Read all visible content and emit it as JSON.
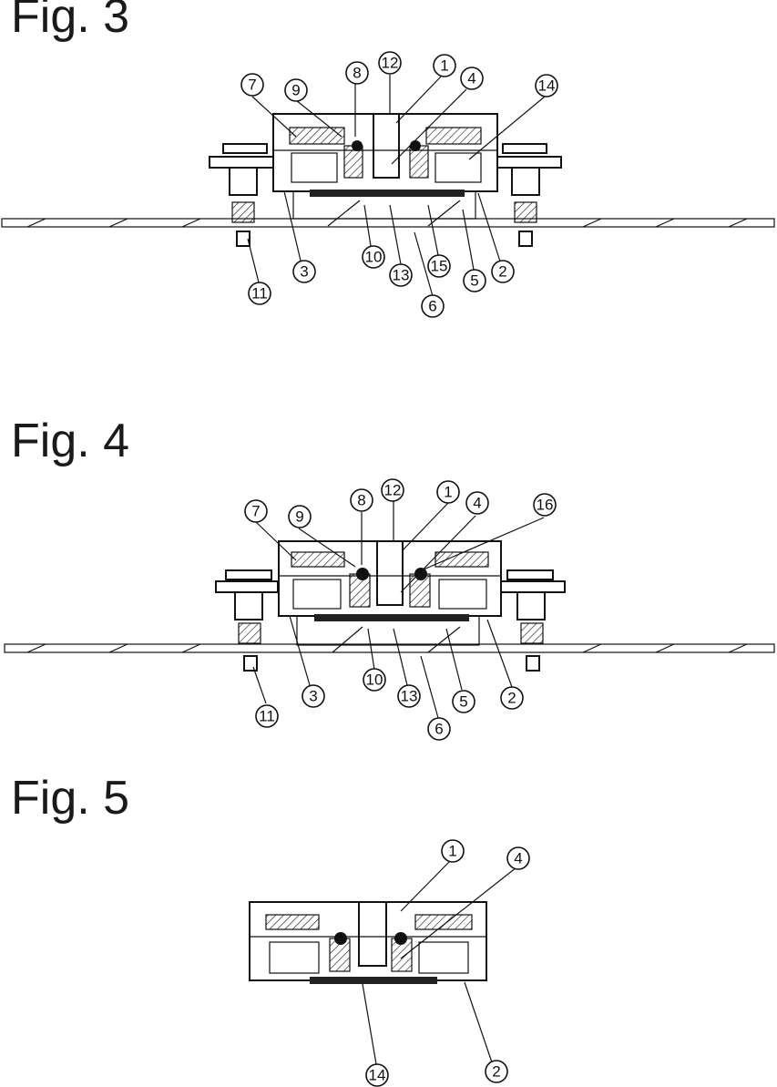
{
  "figures": [
    {
      "title": "Fig. 3",
      "labels": [
        "7",
        "9",
        "8",
        "12",
        "1",
        "4",
        "14",
        "3",
        "10",
        "13",
        "15",
        "5",
        "2",
        "11",
        "6"
      ]
    },
    {
      "title": "Fig. 4",
      "labels": [
        "7",
        "9",
        "8",
        "12",
        "1",
        "4",
        "16",
        "3",
        "10",
        "13",
        "5",
        "2",
        "11",
        "6"
      ]
    },
    {
      "title": "Fig. 5",
      "labels": [
        "1",
        "4",
        "14",
        "2"
      ]
    }
  ]
}
